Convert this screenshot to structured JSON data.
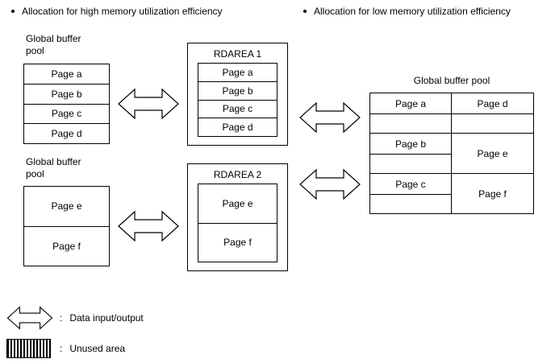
{
  "headings": {
    "left": "Allocation for high memory utilization efficiency",
    "right": "Allocation for low memory utilization efficiency"
  },
  "high_efficiency": {
    "buffer_pool_1": {
      "label": "Global buffer\npool",
      "rows": [
        "Page a",
        "Page b",
        "Page c",
        "Page d"
      ]
    },
    "buffer_pool_2": {
      "label": "Global buffer\npool",
      "rows": [
        "Page e",
        "Page f"
      ]
    },
    "rdarea_1": {
      "title": "RDAREA 1",
      "rows": [
        "Page a",
        "Page b",
        "Page c",
        "Page d"
      ]
    },
    "rdarea_2": {
      "title": "RDAREA 2",
      "rows": [
        "Page e",
        "Page f"
      ]
    },
    "arrow_icon": "double-headed-arrow-icon"
  },
  "low_efficiency": {
    "buffer_pool": {
      "label": "Global buffer pool",
      "left_column": [
        {
          "type": "page",
          "label": "Page a"
        },
        {
          "type": "unused",
          "label": ""
        },
        {
          "type": "page",
          "label": "Page b"
        },
        {
          "type": "unused",
          "label": ""
        },
        {
          "type": "page",
          "label": "Page c"
        },
        {
          "type": "unused",
          "label": ""
        }
      ],
      "right_column": [
        {
          "type": "page",
          "label": "Page d"
        },
        {
          "type": "unused",
          "label": ""
        },
        {
          "type": "page",
          "label": "Page e"
        },
        {
          "type": "page",
          "label": "Page f"
        }
      ]
    }
  },
  "legend": {
    "items": [
      {
        "icon": "double-headed-arrow-icon",
        "separator": ":",
        "label": "Data input/output"
      },
      {
        "icon": "unused-area-swatch-icon",
        "separator": ":",
        "label": "Unused area"
      }
    ]
  },
  "colors": {
    "line": "#000000",
    "background": "#ffffff"
  }
}
